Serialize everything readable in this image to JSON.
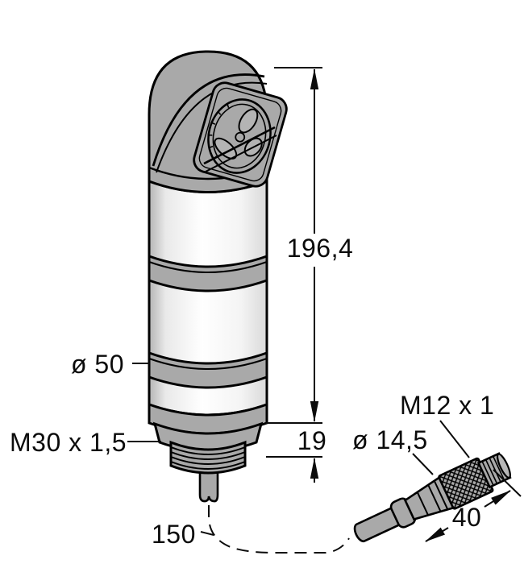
{
  "drawing": {
    "labels": {
      "overall_height": "196,4",
      "thread_length": "19",
      "body_diameter": "ø 50",
      "mounting_thread": "M30 x 1,5",
      "cable_length": "150",
      "connector_thread": "M12 x 1",
      "connector_diameter": "ø 14,5",
      "connector_length": "40"
    },
    "colors": {
      "outline": "#000000",
      "housing_gray": "#a9a9a9",
      "lens_white": "#ffffff",
      "background": "#ffffff"
    }
  }
}
